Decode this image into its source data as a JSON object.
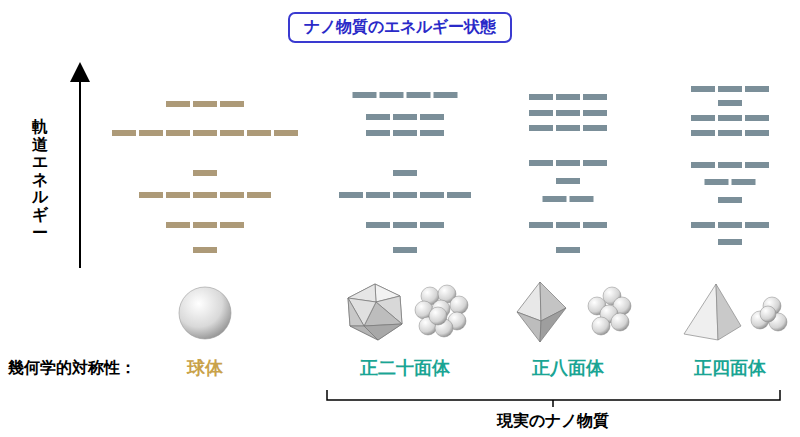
{
  "diagram": {
    "title": "ナノ物質のエネルギー状態",
    "labels": [
      "軌道エネルギー",
      "幾何学的対称性：",
      "球体",
      "正二十面体",
      "正八面体",
      "正四面体",
      "現実のナノ物質"
    ]
  }
}
